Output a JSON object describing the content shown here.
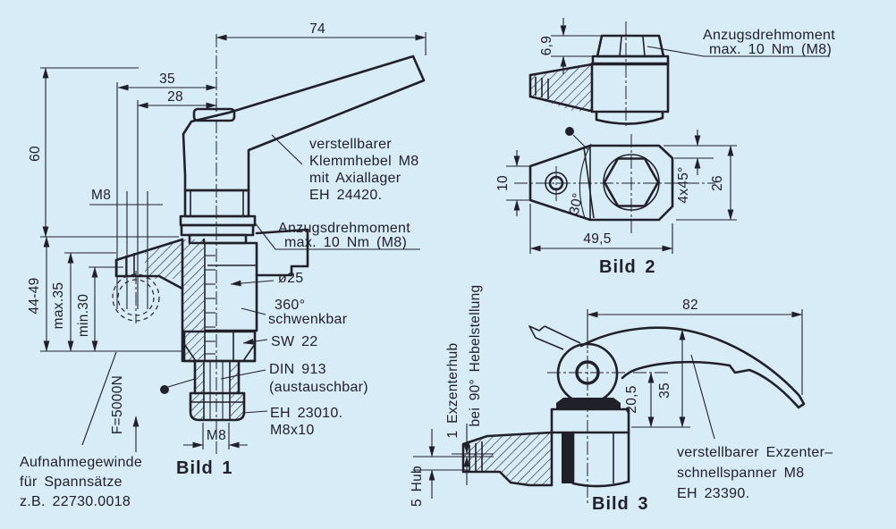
{
  "canvas": {
    "background": "#d8ecf8",
    "line_color": "#20202b"
  },
  "bild1": {
    "caption": "Bild 1",
    "dim_74": "74",
    "dim_35": "35",
    "dim_28": "28",
    "dim_60": "60",
    "dim_m8_hole": "M8",
    "dim_44_49": "44-49",
    "dim_max35": "max.35",
    "dim_min30": "min.30",
    "force": "F=5000N",
    "dim_dia25": "ø25",
    "dim_m8_stud": "M8",
    "note_lever": [
      "verstellbarer",
      "Klemmhebel M8",
      "mit Axiallager",
      "EH 24420."
    ],
    "note_torque": [
      "Anzugsdrehmoment",
      "max. 10 Nm (M8)"
    ],
    "note_swivel": [
      "360°",
      "schwenkbar"
    ],
    "note_sw": "SW 22",
    "note_din": [
      "DIN 913",
      "(austauschbar)"
    ],
    "note_eh": [
      "EH 23010.",
      "M8x10"
    ],
    "note_thread": [
      "Aufnahmegewinde",
      "für Spannsätze",
      "z.B. 22730.0018"
    ]
  },
  "bild2": {
    "caption": "Bild 2",
    "dim_6_9": "6,9",
    "dim_10": "10",
    "dim_30": "30°",
    "dim_4x45": "4x45°",
    "dim_26": "26",
    "dim_49_5": "49,5",
    "note_torque": [
      "Anzugsdrehmoment",
      "max. 10 Nm (M8)"
    ]
  },
  "bild3": {
    "caption": "Bild 3",
    "dim_82": "82",
    "dim_20_5": "20,5",
    "dim_35": "35",
    "dim_exzenterhub": "1 Exzenterhub",
    "dim_hebelstellung": "bei 90° Hebelstellung",
    "dim_hub": "5 Hub",
    "note": [
      "verstellbarer Exzenter–",
      "schnellspanner M8",
      "EH 23390."
    ]
  }
}
